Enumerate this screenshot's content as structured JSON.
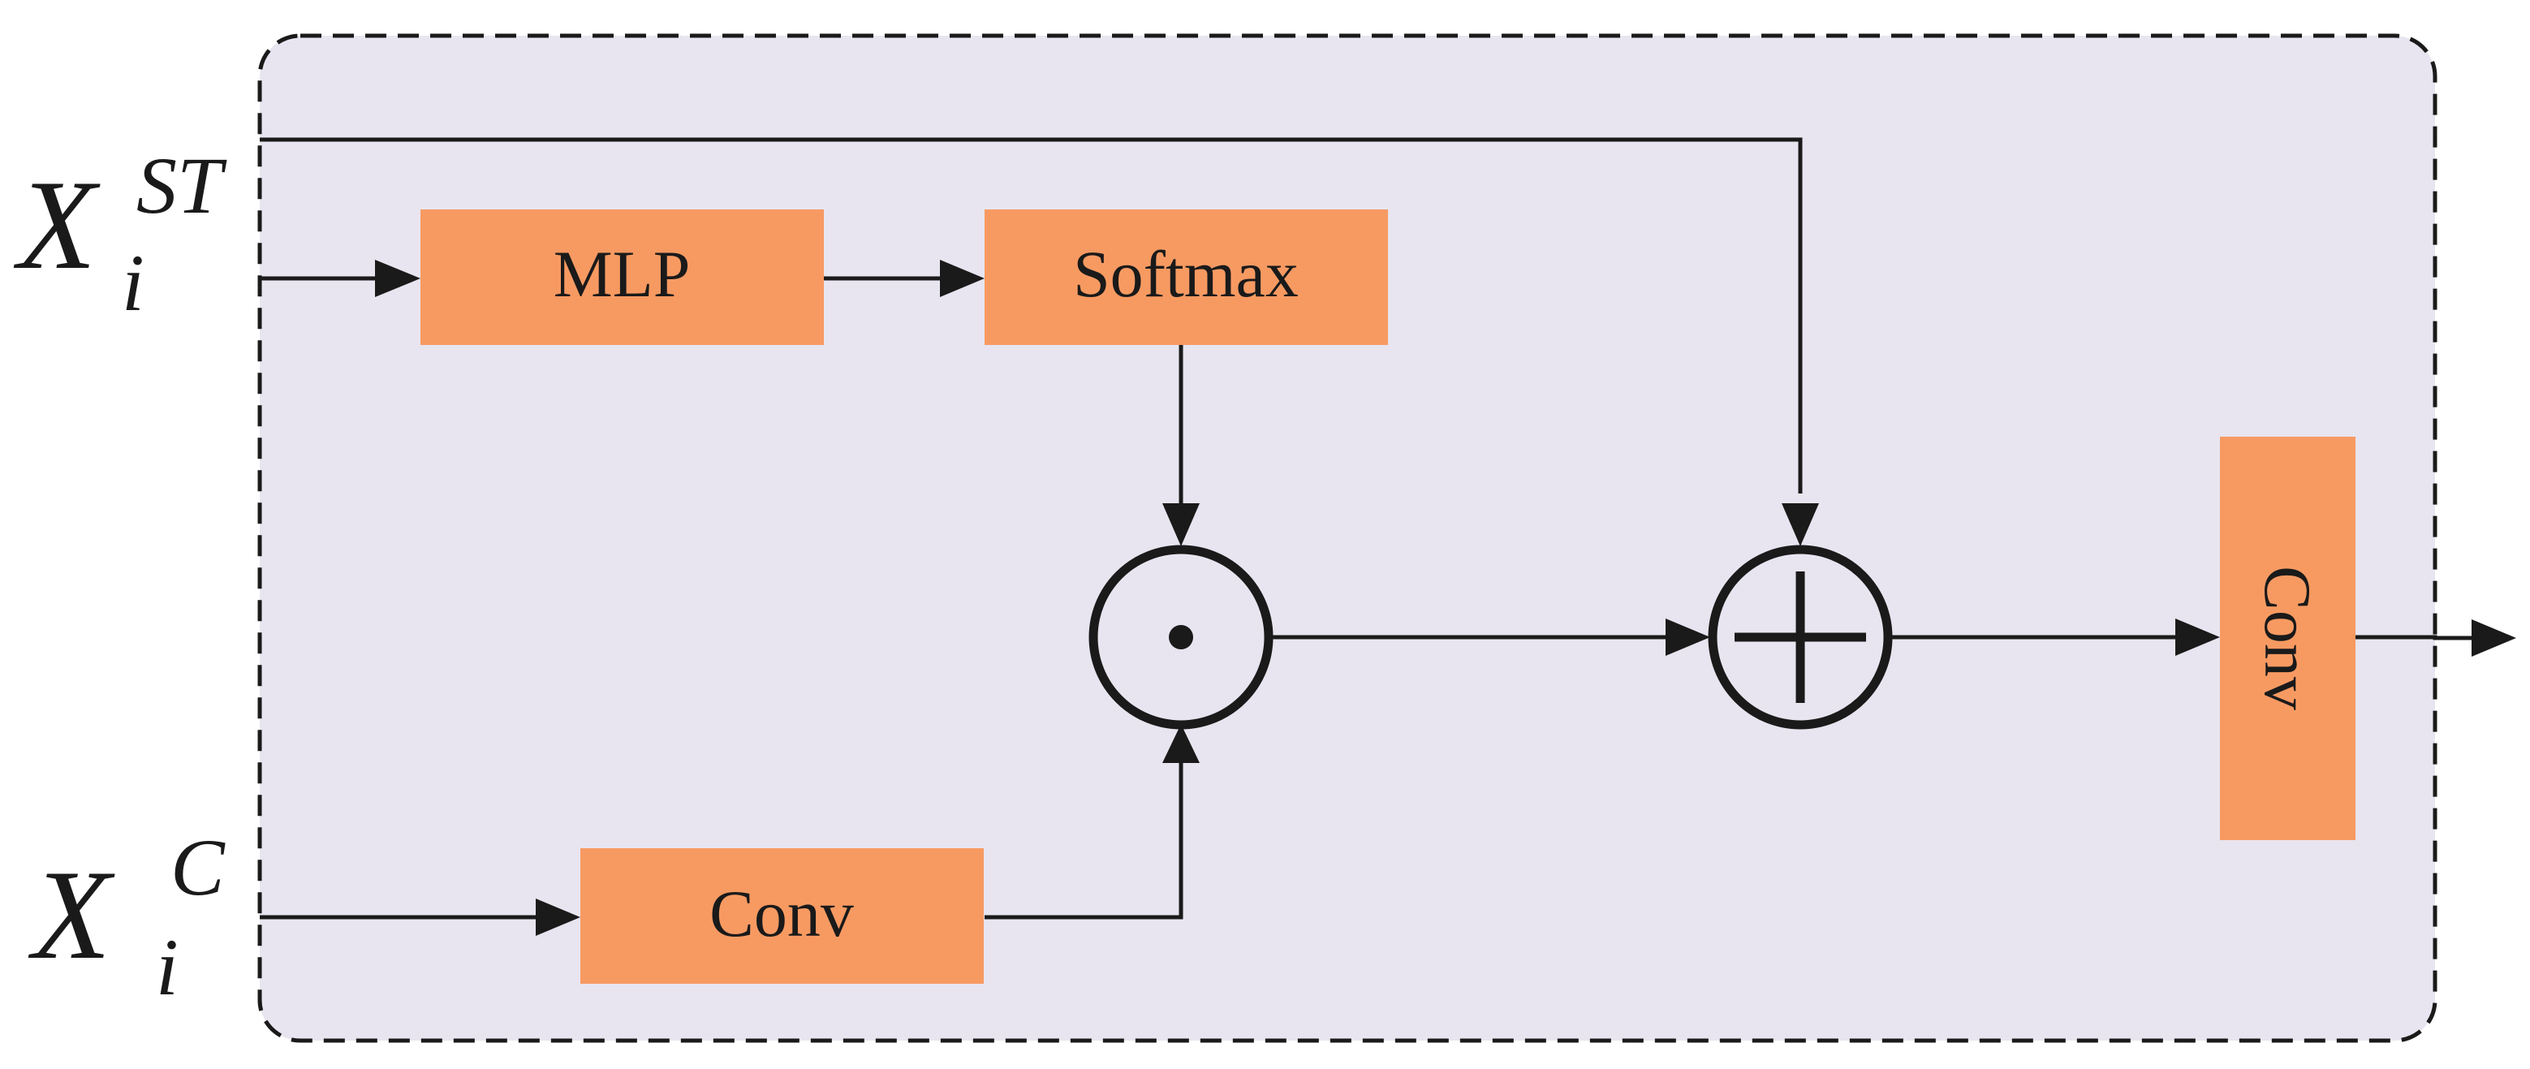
{
  "colors": {
    "panel_fill": "#e8e5f0",
    "box_fill": "#f79a62",
    "line": "#1a1a1a"
  },
  "inputs": {
    "top": {
      "base": "X",
      "sub": "i",
      "sup": "ST"
    },
    "bottom": {
      "base": "X",
      "sub": "i",
      "sup": "C"
    }
  },
  "blocks": {
    "mlp": "MLP",
    "softmax": "Softmax",
    "conv_bottom": "Conv",
    "conv_right": "Conv"
  },
  "operators": {
    "multiply": "hadamard-product",
    "add": "element-wise-sum"
  }
}
